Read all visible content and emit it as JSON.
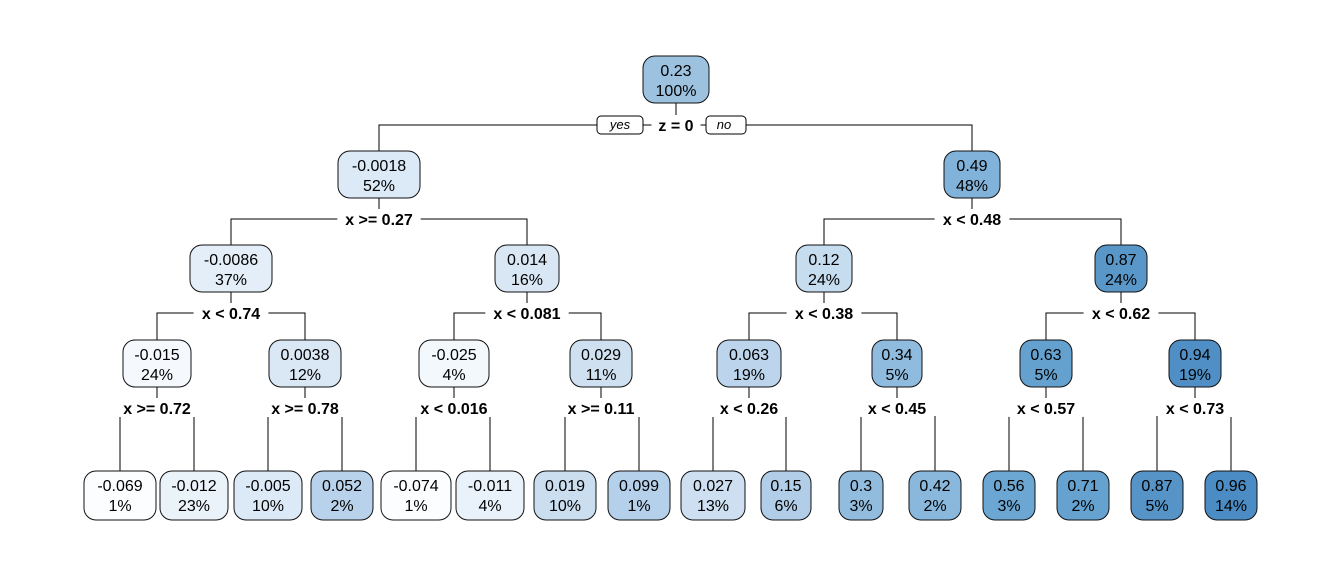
{
  "tree": {
    "root": {
      "value": "0.23",
      "percent": "100%",
      "color": "#9cc2e0",
      "split": "z = 0",
      "yes_label": "yes",
      "no_label": "no"
    },
    "level1": [
      {
        "value": "-0.0018",
        "percent": "52%",
        "color": "#dce9f6",
        "split": "x >= 0.27"
      },
      {
        "value": "0.49",
        "percent": "48%",
        "color": "#81b3da",
        "split": "x < 0.48"
      }
    ],
    "level2": [
      {
        "value": "-0.0086",
        "percent": "37%",
        "color": "#e3eef8",
        "split": "x < 0.74"
      },
      {
        "value": "0.014",
        "percent": "16%",
        "color": "#d9e7f5",
        "split": "x < 0.081"
      },
      {
        "value": "0.12",
        "percent": "24%",
        "color": "#c6dcef",
        "split": "x < 0.38"
      },
      {
        "value": "0.87",
        "percent": "24%",
        "color": "#5a97c9",
        "split": "x < 0.62"
      }
    ],
    "level3": [
      {
        "value": "-0.015",
        "percent": "24%",
        "color": "#f5f9fd",
        "split": "x >= 0.72"
      },
      {
        "value": "0.0038",
        "percent": "12%",
        "color": "#dae7f5",
        "split": "x >= 0.78"
      },
      {
        "value": "-0.025",
        "percent": "4%",
        "color": "#f3f8fc",
        "split": "x < 0.016"
      },
      {
        "value": "0.029",
        "percent": "11%",
        "color": "#cfe0f1",
        "split": "x >= 0.11"
      },
      {
        "value": "0.063",
        "percent": "19%",
        "color": "#bcd5ec",
        "split": "x < 0.26"
      },
      {
        "value": "0.34",
        "percent": "5%",
        "color": "#8fbbde",
        "split": "x < 0.45"
      },
      {
        "value": "0.63",
        "percent": "5%",
        "color": "#65a1cf",
        "split": "x < 0.57"
      },
      {
        "value": "0.94",
        "percent": "19%",
        "color": "#4f8fc5",
        "split": "x < 0.73"
      }
    ],
    "leaves": [
      {
        "value": "-0.069",
        "percent": "1%",
        "color": "#fbfdff"
      },
      {
        "value": "-0.012",
        "percent": "23%",
        "color": "#eaf2fa"
      },
      {
        "value": "-0.005",
        "percent": "10%",
        "color": "#dce9f6"
      },
      {
        "value": "0.052",
        "percent": "2%",
        "color": "#b9d2eb"
      },
      {
        "value": "-0.074",
        "percent": "1%",
        "color": "#fcfdff"
      },
      {
        "value": "-0.011",
        "percent": "4%",
        "color": "#e9f1fa"
      },
      {
        "value": "0.019",
        "percent": "10%",
        "color": "#cbdef0"
      },
      {
        "value": "0.099",
        "percent": "1%",
        "color": "#b5d0ea"
      },
      {
        "value": "0.027",
        "percent": "13%",
        "color": "#cddff0"
      },
      {
        "value": "0.15",
        "percent": "6%",
        "color": "#b1cde8"
      },
      {
        "value": "0.3",
        "percent": "3%",
        "color": "#92bcde"
      },
      {
        "value": "0.42",
        "percent": "2%",
        "color": "#89b8dc"
      },
      {
        "value": "0.56",
        "percent": "3%",
        "color": "#6ca6d2"
      },
      {
        "value": "0.71",
        "percent": "2%",
        "color": "#65a2cf"
      },
      {
        "value": "0.87",
        "percent": "5%",
        "color": "#5694c8"
      },
      {
        "value": "0.96",
        "percent": "14%",
        "color": "#4a8cc3"
      }
    ]
  }
}
